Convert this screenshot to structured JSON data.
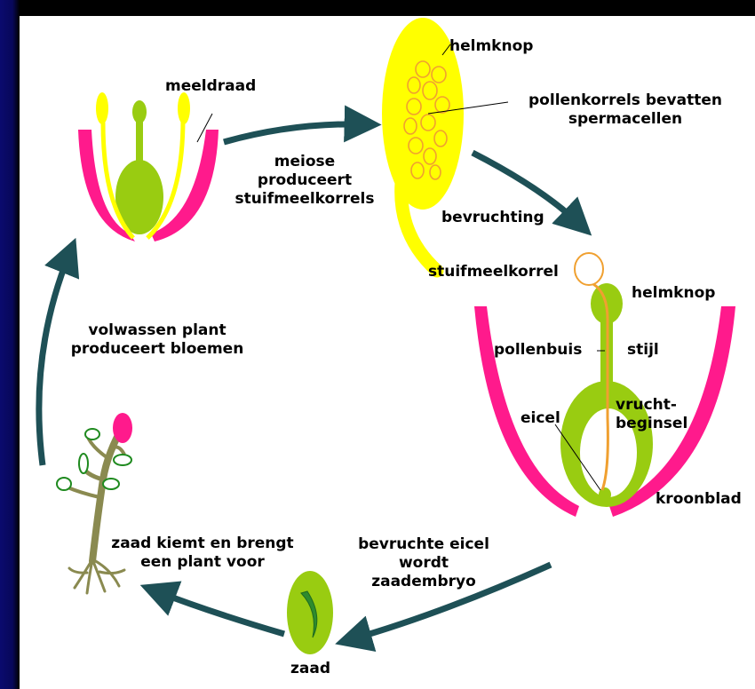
{
  "colors": {
    "arrow": "#1e5056",
    "petal": "#ff1a8c",
    "stamen": "#ffff00",
    "pistil": "#99cc11",
    "pollen": "#f0a030",
    "leaf": "#1f8a1f",
    "stem": "#8a8a50",
    "background": "#ffffff",
    "frame": "#000000"
  },
  "stages": {
    "flower": {
      "label_meeldraad": "meeldraad"
    },
    "arrow1": {
      "label": "meiose\nproduceert\nstuifmeelkorrels"
    },
    "anther": {
      "label_helmknop": "helmknop",
      "label_pollen": "pollenkorrels bevatten\nspermacellen",
      "label_bevruchting": "bevruchting"
    },
    "pistil": {
      "label_stuifmeelkorrel": "stuifmeelkorrel",
      "label_helmknop": "helmknop",
      "label_pollenbuis": "pollenbuis",
      "label_stijl": "stijl",
      "label_vruchtbeginsel": "vrucht-\nbeginsel",
      "label_eicel": "eicel",
      "label_kroonblad": "kroonblad"
    },
    "arrow3": {
      "label": "bevruchte eicel\nwordt\nzaadembryo"
    },
    "seed": {
      "label": "zaad"
    },
    "plant": {
      "label_kiemt": "zaad kiemt en brengt\neen plant voor"
    },
    "arrow5": {
      "label": "volwassen plant\nproduceert bloemen"
    }
  }
}
